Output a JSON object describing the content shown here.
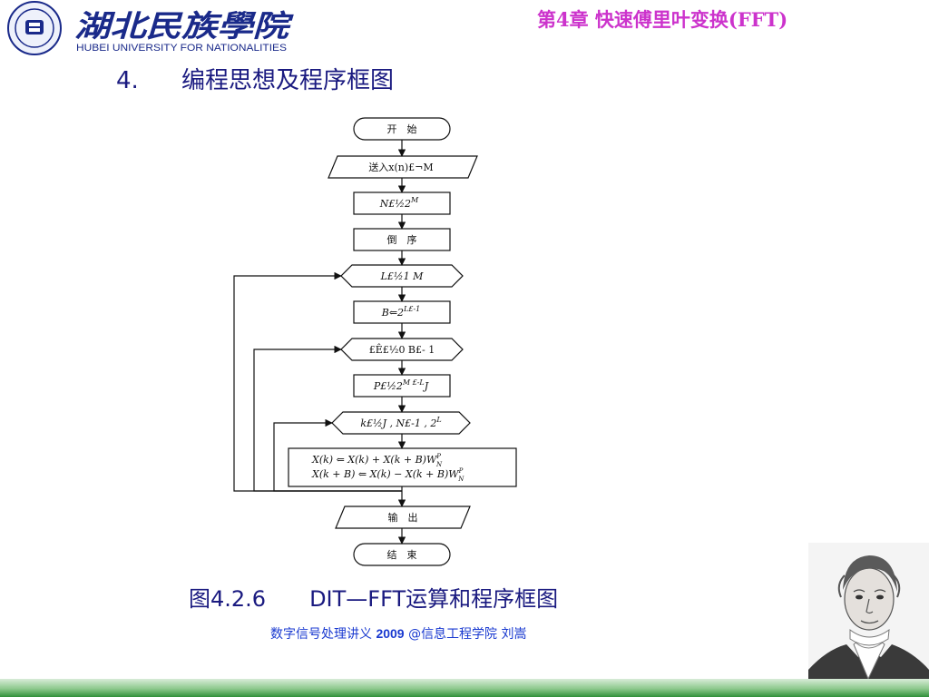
{
  "header": {
    "school_logo_text_cn": "湖北民族學院",
    "school_logo_text_en": "HUBEI UNIVERSITY FOR NATIONALITIES",
    "chapter_title": "第4章   快速傅里叶变换(FFT)"
  },
  "section": {
    "number": "4.",
    "title": "编程思想及程序框图"
  },
  "flowchart": {
    "start": "开　始",
    "input": "送入x(n)£¬M",
    "n_assign": "N£½2",
    "n_assign_sup": "M",
    "reverse": "倒　序",
    "loop_l": "L£½1 M",
    "b_assign": "B⇐2",
    "b_assign_sup": "L£-1",
    "loop_j": "£Ê£½0 B£- 1",
    "p_assign": "P£½2",
    "p_assign_sup": "M £-L",
    "p_assign_tail": "J",
    "loop_k": "k£½J , N£-1 , 2",
    "loop_k_sup": "L",
    "butterfly_1": "X(k) ⇐ X(k) + X(k + B)W",
    "butterfly_2": "X(k + B) ⇐ X(k) − X(k + B)W",
    "butterfly_w_sub": "N",
    "butterfly_w_sup": "P",
    "output": "输　出",
    "end": "结　束"
  },
  "caption": {
    "label": "图4.2.6",
    "text": "DIT—FFT运算和程序框图"
  },
  "footer": {
    "text_a": "数字信号处理讲义",
    "year": "2009",
    "text_b": "@信息工程学院   刘嵩"
  },
  "colors": {
    "chapter": "#cc33cc",
    "section": "#1a1a80",
    "footer": "#1a3ad0",
    "logo_blue": "#1a2a8a",
    "bar_green": "#2f8f3a"
  }
}
